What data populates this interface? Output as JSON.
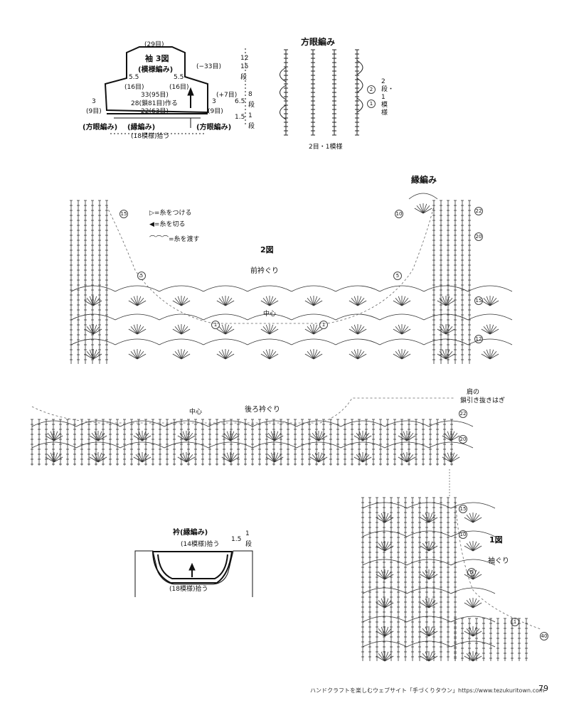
{
  "sleeve": {
    "title": "袖 3図",
    "pattern": "(模様編み)",
    "top_count": "(29目)",
    "right_dec": "(−33目)",
    "rows_12": "12",
    "rows_15": "15",
    "rows_dan": "段",
    "left_55": "5.5",
    "left_55_sts": "(16目)",
    "right_55": "5.5",
    "right_55_sts": "(16目)",
    "w33": "33(95目)",
    "w28": "28(鎖81目)作る",
    "w22": "22(63目)",
    "left_3": "3",
    "left_3_sts": "(9目)",
    "right_3": "3",
    "right_3_sts": "(9目)",
    "inc": "(+7目)",
    "r65": "6.5",
    "r8": "8",
    "r8dan": "段",
    "r15": "1.5",
    "r1": "1",
    "r1dan": "段",
    "left_mesh": "(方眼編み)",
    "edge": "(縁編み)",
    "right_mesh": "(方眼編み)",
    "pickup": "(18模様)拾う"
  },
  "mesh": {
    "title": "方眼編み",
    "row2": "2",
    "rowlabel": "2段・1模様",
    "row1": "1",
    "repeat": "2目・1模様"
  },
  "legend": {
    "attach": "=糸をつける",
    "cut": "=糸を切る",
    "carry": "=糸を渡す"
  },
  "front": {
    "fig": "2図",
    "title": "前衿ぐり",
    "center": "中心",
    "edge_title": "縁編み",
    "r15": "15",
    "r5": "5",
    "r1": "1",
    "r10": "10",
    "r22": "22",
    "r20": "20",
    "r15b": "15",
    "r12": "12"
  },
  "back": {
    "title": "後ろ衿ぐり",
    "center": "中心",
    "shoulder1": "肩の",
    "shoulder2": "鎖引き抜きはぎ",
    "r22": "22",
    "r20": "20"
  },
  "armhole": {
    "fig": "1図",
    "title": "袖ぐり",
    "r15": "15",
    "r10": "10",
    "r5": "5",
    "r1": "1",
    "r40": "40"
  },
  "collar": {
    "title": "衿(縁編み)",
    "top_pick": "(14模様)拾う",
    "rows": "1.5",
    "r1": "1",
    "dan": "段",
    "bottom_pick": "(18模様)拾う"
  },
  "footer": {
    "text": "ハンドクラフトを楽しむウェブサイト「手づくりタウン」https://www.tezukuritown.com",
    "page": "79"
  }
}
